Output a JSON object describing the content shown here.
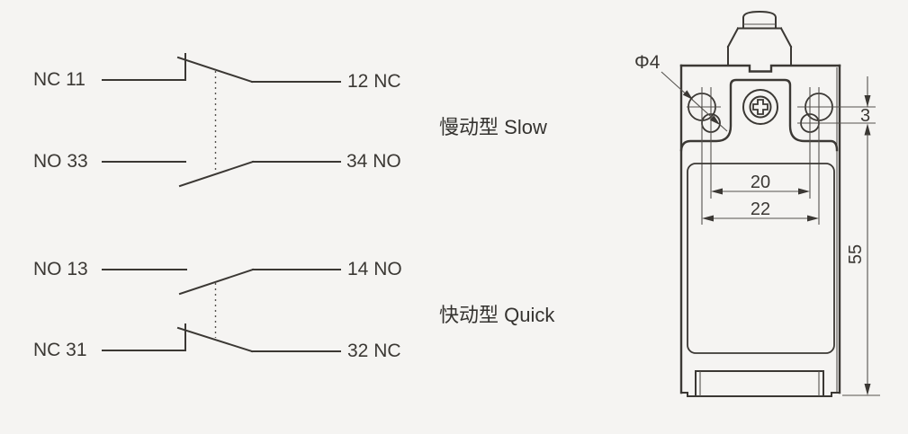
{
  "diagrams": {
    "slow": {
      "label_cn": "慢动型",
      "label_en": "Slow",
      "contacts": [
        {
          "left": "NC 11",
          "right": "12 NC"
        },
        {
          "left": "NO 33",
          "right": "34 NO"
        }
      ]
    },
    "quick": {
      "label_cn": "快动型",
      "label_en": "Quick",
      "contacts": [
        {
          "left": "NO 13",
          "right": "14 NO"
        },
        {
          "left": "NC 31",
          "right": "32 NC"
        }
      ]
    }
  },
  "drawing": {
    "dimensions": {
      "hole_diameter": "Φ4",
      "hole_offset": "3",
      "hole_pitch_inner": "20",
      "hole_pitch_outer": "22",
      "body_height": "55"
    }
  },
  "colors": {
    "line": "#3b3834",
    "background": "#f5f4f2"
  }
}
